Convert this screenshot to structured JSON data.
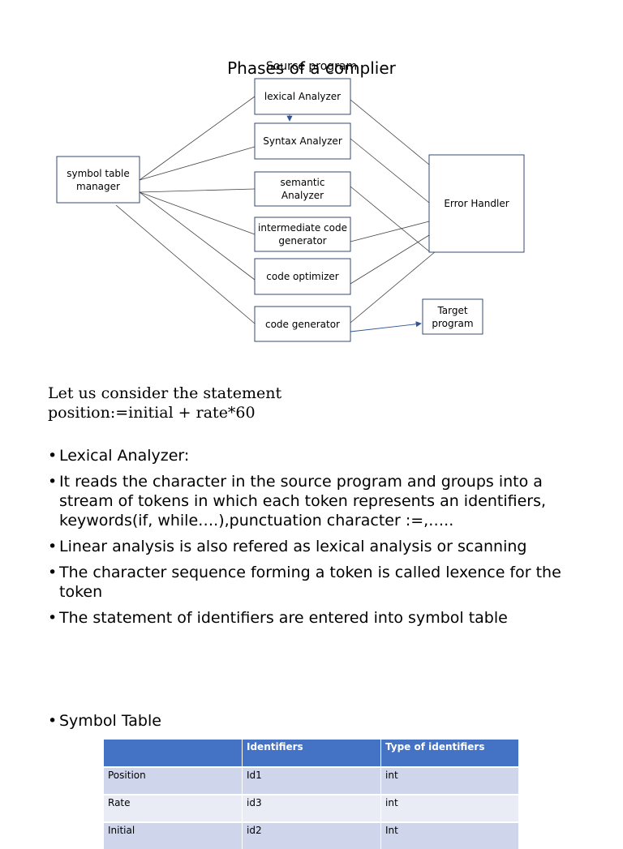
{
  "diagram": {
    "title_overlay_top": "Source program",
    "title": "Phases of a complier",
    "phases": [
      "lexical Analyzer",
      "Syntax Analyzer",
      "semantic Analyzer",
      "intermediate code generator",
      "code optimizer",
      "code generator"
    ],
    "symbol_table": "symbol table manager",
    "error_handler": "Error Handler",
    "target": "Target program"
  },
  "intro": {
    "line1": "Let us consider the statement",
    "line2": "position:=initial + rate*60"
  },
  "bullets": [
    "Lexical Analyzer:",
    "It reads the character in the source program and groups into a stream of tokens in which each token represents an identifiers, keywords(if, while….),punctuation character :=,…..",
    "Linear analysis is also refered as lexical analysis or scanning",
    "The character sequence forming a token is called lexence for the token",
    "The statement of identifiers are entered into symbol table"
  ],
  "symbol_table_heading": "Symbol Table",
  "table": {
    "headers": [
      "",
      "Identifiers",
      "Type of identifiers"
    ],
    "rows": [
      [
        "Position",
        "Id1",
        "int"
      ],
      [
        "Rate",
        "id3",
        "int"
      ],
      [
        "Initial",
        "id2",
        "Int"
      ]
    ]
  },
  "colors": {
    "header_fill": "#4472c4",
    "row_dark": "#cfd5ea",
    "row_light": "#e9ebf5",
    "box_stroke": "#1f3864"
  }
}
